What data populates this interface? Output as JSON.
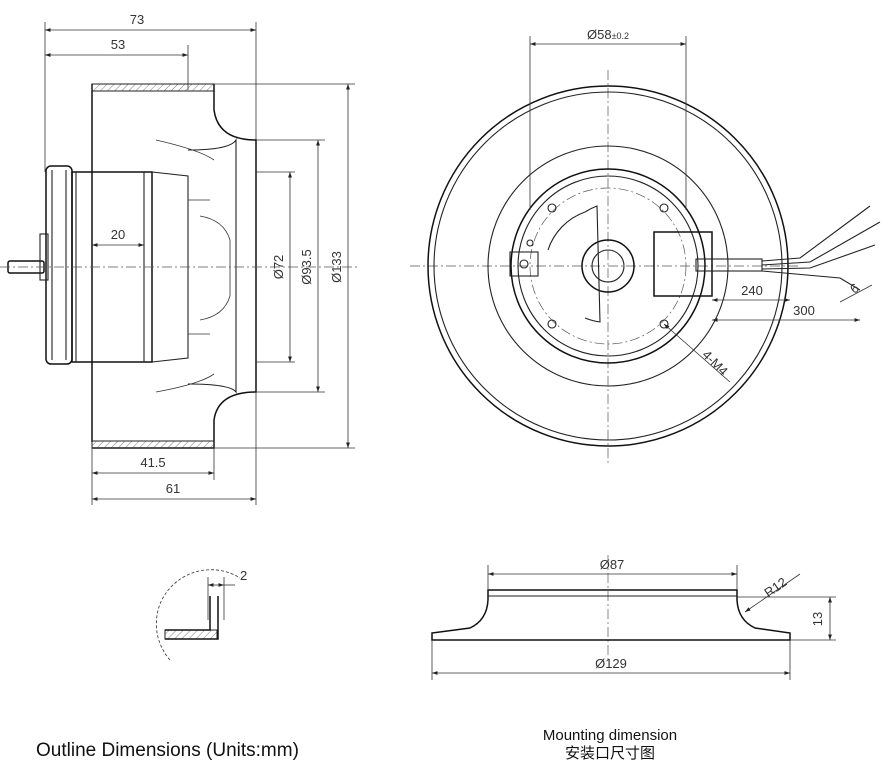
{
  "captions": {
    "outline": "Outline Dimensions (Units:mm)",
    "mounting_en": "Mounting dimension",
    "mounting_cn": "安装口尺寸图"
  },
  "side_view": {
    "dim_73": "73",
    "dim_53": "53",
    "dim_20": "20",
    "dim_41_5": "41.5",
    "dim_61": "61",
    "dia_72": "Ø72",
    "dia_93_5": "Ø93.5",
    "dia_133": "Ø133"
  },
  "front_view": {
    "dia_58": "Ø58",
    "dia_58_tol": "±0.2",
    "cable_240": "240",
    "cable_300": "300",
    "cable_6": "6",
    "screws": "4-M4"
  },
  "detail_view": {
    "wall_2": "2"
  },
  "mount_view": {
    "dia_87": "Ø87",
    "dia_129": "Ø129",
    "radius": "R12",
    "height_13": "13"
  }
}
